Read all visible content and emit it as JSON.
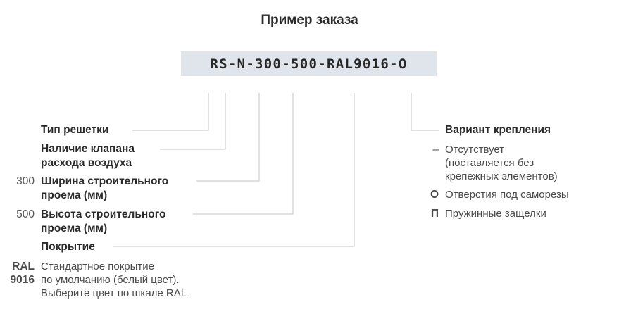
{
  "title": "Пример заказа",
  "order_code": "RS-N-300-500-RAL9016-O",
  "left": {
    "type_label": "Тип решетки",
    "valve_label_1": "Наличие клапана",
    "valve_label_2": "расхода воздуха",
    "width_code": "300",
    "width_label_1": "Ширина строительного",
    "width_label_2": "проема (мм)",
    "height_code": "500",
    "height_label_1": "Высота строительного",
    "height_label_2": "проема (мм)",
    "coating_label": "Покрытие",
    "ral_code_1": "RAL",
    "ral_code_2": "9016",
    "ral_desc_1": "Стандартное покрытие",
    "ral_desc_2": "по умолчанию (белый цвет).",
    "ral_desc_3": "Выберите цвет по шкале RAL"
  },
  "right": {
    "mount_label": "Вариант крепления",
    "options": [
      {
        "code": "–",
        "lines": [
          "Отсутствует",
          "(поставляется без",
          "крепежных элементов)"
        ]
      },
      {
        "code": "О",
        "lines": [
          "Отверстия под саморезы"
        ]
      },
      {
        "code": "П",
        "lines": [
          "Пружинные защелки"
        ]
      }
    ]
  },
  "colors": {
    "code_box_bg": "#dfe5ea",
    "leader_line": "#cfcfcf",
    "text": "#2b2b2b"
  }
}
